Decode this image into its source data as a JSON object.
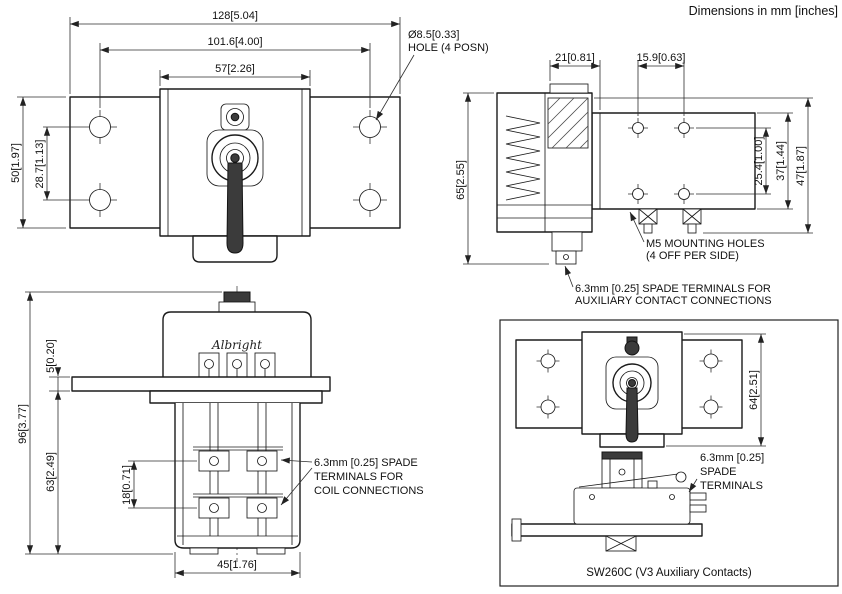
{
  "colors": {
    "ink": "#1b1b1b",
    "paper": "#ffffff"
  },
  "note": "Dimensions in mm [inches]",
  "front_view": {
    "dim_width_overall": "128[5.04]",
    "dim_width_holes": "101.6[4.00]",
    "dim_width_body": "57[2.26]",
    "hole_callout_line1": "Ø8.5[0.33]",
    "hole_callout_line2": "HOLE (4 POSN)",
    "dim_height_overall": "50[1.97]",
    "dim_height_holes": "28.7[1.13]"
  },
  "side_view": {
    "dim_21": "21[0.81]",
    "dim_15_9": "15.9[0.63]",
    "dim_65": "65[2.55]",
    "dim_25_4": "25.4[1.00]",
    "dim_37": "37[1.44]",
    "dim_47": "47[1.87]",
    "m5_callout_line1": "M5 MOUNTING HOLES",
    "m5_callout_line2": "(4 OFF PER SIDE)",
    "aux_spade_callout_line1": "6.3mm [0.25] SPADE TERMINALS FOR",
    "aux_spade_callout_line2": "AUXILIARY CONTACT CONNECTIONS"
  },
  "bottom_view": {
    "logo": "Albright",
    "dim_5": "5[0.20]",
    "dim_96": "96[3.77]",
    "dim_63": "63[2.49]",
    "dim_18": "18[0.71]",
    "dim_45": "45[1.76]",
    "coil_spade_callout_line1": "6.3mm [0.25] SPADE",
    "coil_spade_callout_line2": "TERMINALS FOR",
    "coil_spade_callout_line3": "COIL CONNECTIONS"
  },
  "aux_view": {
    "dim_64": "64[2.51]",
    "spade_callout_line1": "6.3mm [0.25]",
    "spade_callout_line2": "SPADE",
    "spade_callout_line3": "TERMINALS",
    "caption": "SW260C (V3 Auxiliary Contacts)"
  }
}
